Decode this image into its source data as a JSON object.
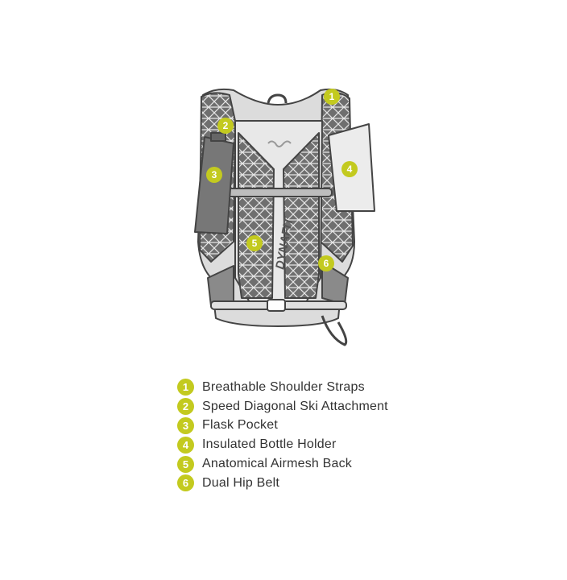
{
  "colors": {
    "badge": "#c3ca1f",
    "outline": "#4a4a4a",
    "mesh": "#6f6f6f",
    "panel": "#d9d9d9",
    "light": "#ececec"
  },
  "logo_text": "DYNAFIT",
  "features": [
    {
      "number": "1",
      "label": "Breathable Shoulder Straps"
    },
    {
      "number": "2",
      "label": "Speed Diagonal Ski Attachment"
    },
    {
      "number": "3",
      "label": "Flask Pocket"
    },
    {
      "number": "4",
      "label": "Insulated Bottle Holder"
    },
    {
      "number": "5",
      "label": "Anatomical Airmesh Back"
    },
    {
      "number": "6",
      "label": "Dual Hip Belt"
    }
  ]
}
